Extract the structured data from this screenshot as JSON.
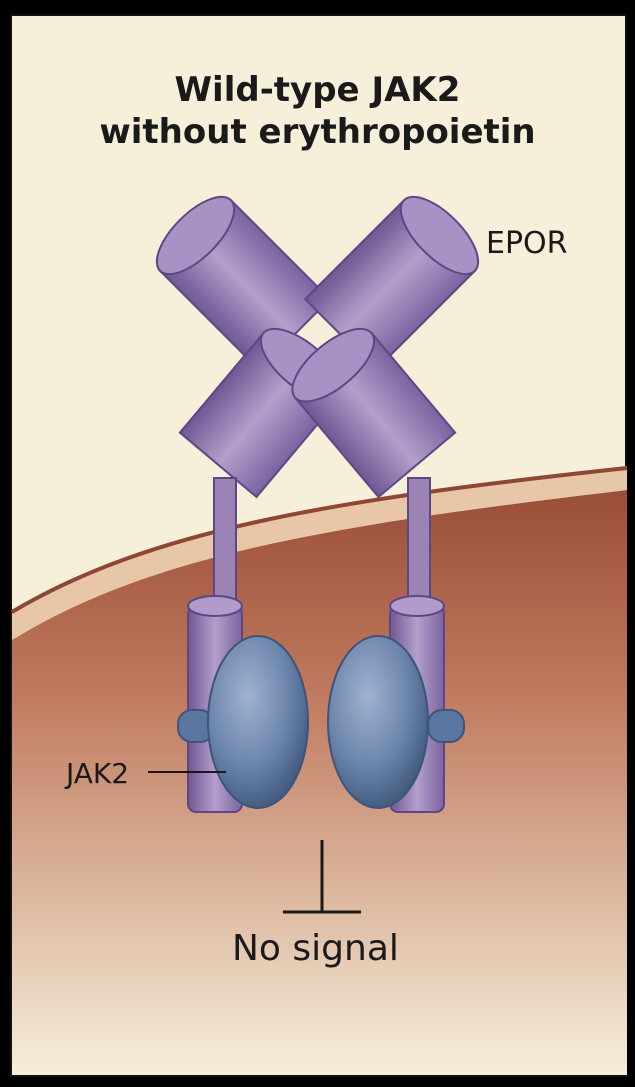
{
  "figure": {
    "title_line1": "Wild-type JAK2",
    "title_line2": "without erythropoietin",
    "receptor_label": "EPOR",
    "kinase_label": "JAK2",
    "outcome_label": "No signal"
  },
  "colors": {
    "background": "#f6efd9",
    "membrane": "#a0553f",
    "cytoplasm": "#c9876e",
    "receptor": "#9c83b6",
    "receptor_dark": "#6d5590",
    "jak2": "#6e86ad",
    "jak2_dark": "#3e5679"
  }
}
